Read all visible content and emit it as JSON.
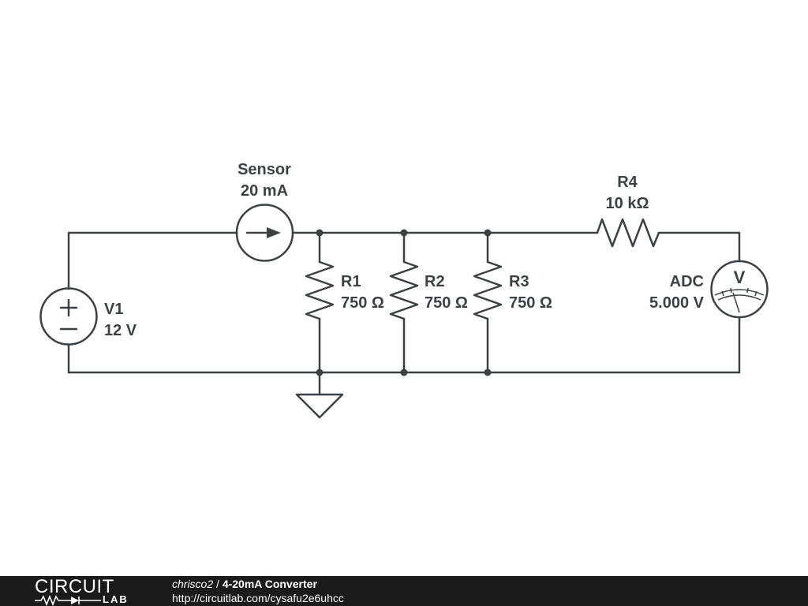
{
  "circuit": {
    "components": {
      "v1": {
        "name": "V1",
        "value": "12 V"
      },
      "sensor": {
        "name": "Sensor",
        "value": "20 mA"
      },
      "r1": {
        "name": "R1",
        "value": "750 Ω"
      },
      "r2": {
        "name": "R2",
        "value": "750 Ω"
      },
      "r3": {
        "name": "R3",
        "value": "750 Ω"
      },
      "r4": {
        "name": "R4",
        "value": "10 kΩ"
      },
      "adc": {
        "name": "ADC",
        "value": "5.000 V",
        "glyph": "V"
      }
    }
  },
  "footer": {
    "logo_top": "CIRCUIT",
    "logo_bottom": "LAB",
    "author": "chrisco2",
    "separator": "/",
    "title": "4-20mA Converter",
    "url": "http://circuitlab.com/cysafu2e6uhcc"
  }
}
